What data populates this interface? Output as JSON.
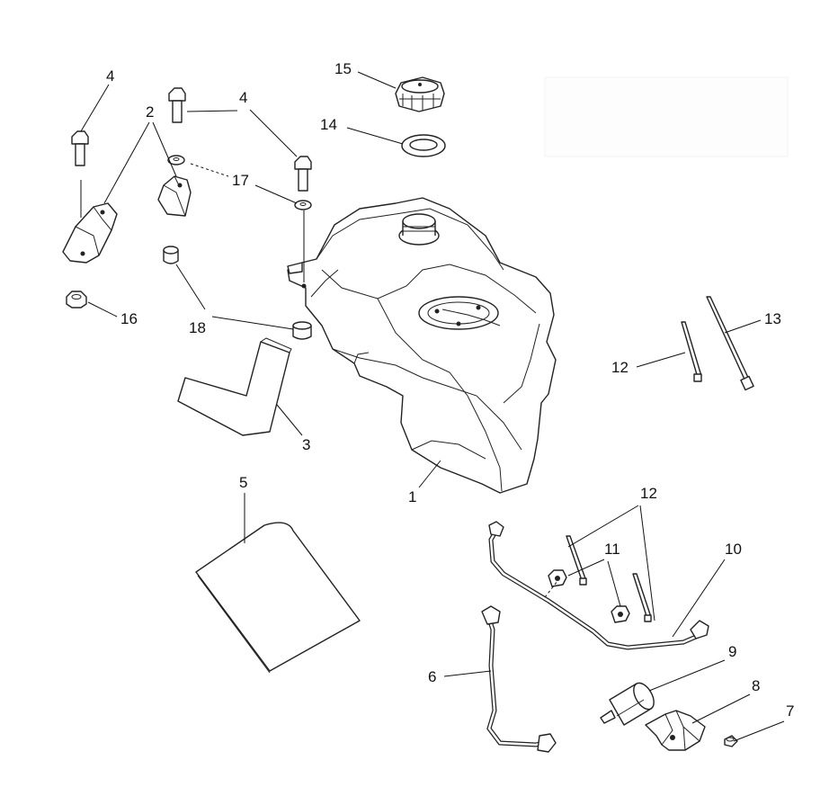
{
  "diagram": {
    "callouts": {
      "c1": "1",
      "c2": "2",
      "c3": "3",
      "c4a": "4",
      "c4b": "4",
      "c5": "5",
      "c6": "6",
      "c7": "7",
      "c8": "8",
      "c9": "9",
      "c10": "10",
      "c11": "11",
      "c12a": "12",
      "c12b": "12",
      "c13": "13",
      "c14": "14",
      "c15": "15",
      "c16": "16",
      "c17": "17",
      "c18": "18"
    }
  }
}
